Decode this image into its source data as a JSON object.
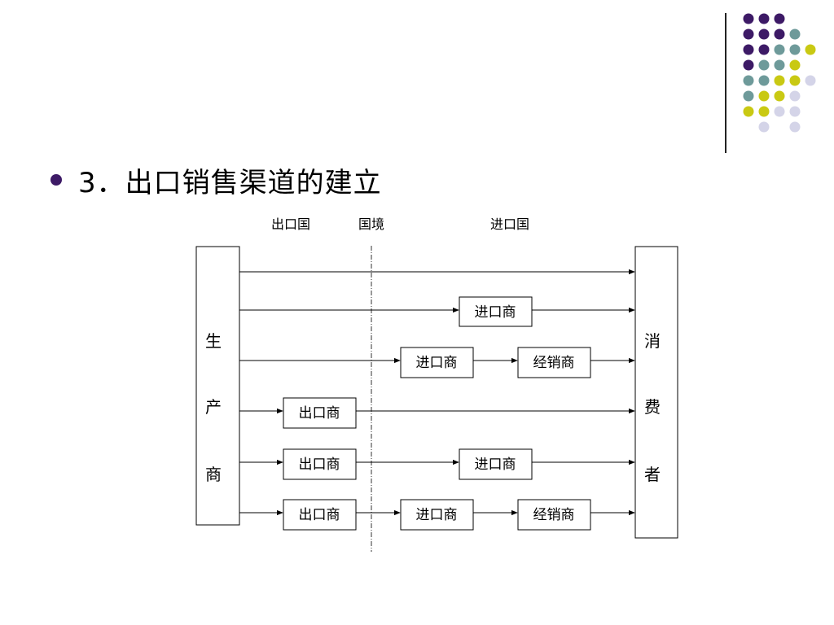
{
  "slide": {
    "title": "3．出口销售渠道的建立",
    "bullet_color": "#3d1a66"
  },
  "decor": {
    "colors": {
      "purple": "#3d1a66",
      "teal": "#6e9a9a",
      "yellow": "#c9c913",
      "lavender": "#d4d4e8"
    },
    "dot_rows": [
      [
        "purple",
        "purple",
        "purple"
      ],
      [
        "purple",
        "purple",
        "purple",
        "teal"
      ],
      [
        "purple",
        "purple",
        "teal",
        "teal",
        "yellow"
      ],
      [
        "purple",
        "teal",
        "teal",
        "yellow"
      ],
      [
        "teal",
        "teal",
        "yellow",
        "yellow",
        "lavender"
      ],
      [
        "teal",
        "yellow",
        "yellow",
        "lavender"
      ],
      [
        "yellow",
        "yellow",
        "lavender",
        "lavender"
      ],
      [
        "",
        "lavender",
        "",
        "lavender"
      ]
    ]
  },
  "diagram": {
    "region_labels": {
      "exporting_country": "出口国",
      "border": "国境",
      "importing_country": "进口国"
    },
    "producer": [
      "生",
      "产",
      "商"
    ],
    "consumer": [
      "消",
      "费",
      "者"
    ],
    "channels": [
      [],
      [
        "进口商"
      ],
      [
        "进口商",
        "经销商"
      ],
      [
        "出口商"
      ],
      [
        "出口商",
        "进口商"
      ],
      [
        "出口商",
        "进口商",
        "经销商"
      ]
    ]
  }
}
